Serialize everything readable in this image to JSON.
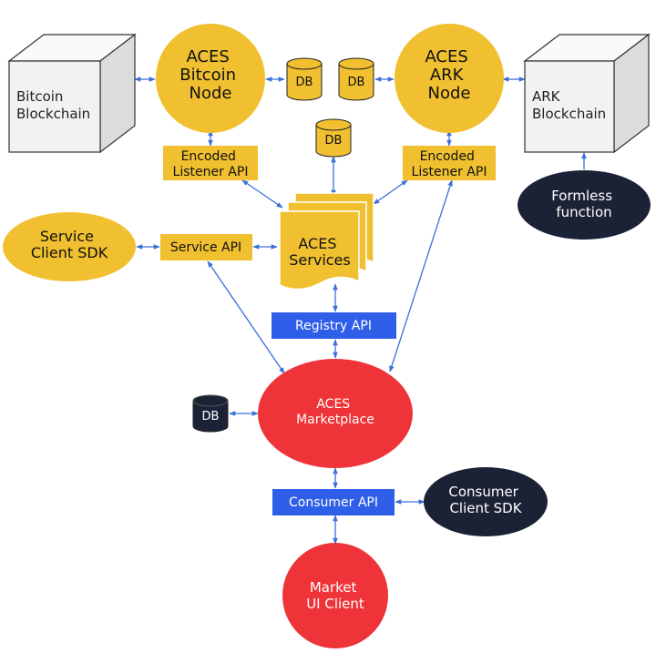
{
  "colors": {
    "yellow": "#f0c030",
    "blue": "#2f5fe8",
    "red": "#ee3438",
    "navy": "#1c2236",
    "arrow": "#3a6fd8",
    "cube_front": "#f2f2f2",
    "cube_top": "#fafafa",
    "cube_side": "#dcdcdc",
    "cube_stroke": "#333333"
  },
  "blockchains": {
    "bitcoin": [
      "Bitcoin",
      "Blockchain"
    ],
    "ark": [
      "ARK",
      "Blockchain"
    ]
  },
  "nodes": {
    "bitcoin": [
      "ACES",
      "Bitcoin",
      "Node"
    ],
    "ark": [
      "ACES",
      "ARK",
      "Node"
    ]
  },
  "databases": {
    "db1": "DB",
    "db2": "DB",
    "db3": "DB",
    "db4": "DB"
  },
  "apis": {
    "listener_left": [
      "Encoded",
      "Listener API"
    ],
    "listener_right": [
      "Encoded",
      "Listener API"
    ],
    "service": "Service API",
    "registry": "Registry API",
    "consumer": "Consumer API"
  },
  "services": [
    "ACES",
    "Services"
  ],
  "service_sdk": [
    "Service",
    "Client SDK"
  ],
  "formless": [
    "Formless",
    "function"
  ],
  "marketplace": [
    "ACES",
    "Marketplace"
  ],
  "consumer_sdk": [
    "Consumer",
    "Client SDK"
  ],
  "market_ui": [
    "Market",
    "UI Client"
  ]
}
